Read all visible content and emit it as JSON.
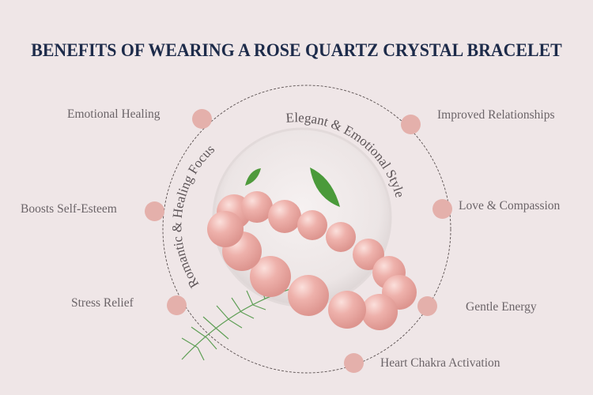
{
  "title": "BENEFITS OF WEARING A ROSE QUARTZ CRYSTAL BRACELET",
  "arc_labels": {
    "left": "Romantic & Healing Focus",
    "right": "Elegant & Emotional Style"
  },
  "benefits": {
    "emotional_healing": "Emotional Healing",
    "boosts_self_esteem": "Boosts Self-Esteem",
    "stress_relief": "Stress Relief",
    "improved_relationships": "Improved Relationships",
    "love_compassion": "Love & Compassion",
    "gentle_energy": "Gentle Energy",
    "heart_chakra": "Heart Chakra Activation"
  },
  "colors": {
    "background": "#efe6e7",
    "title": "#1d2b4a",
    "label": "#6b6468",
    "dot": "#e4b0ab",
    "bead": "#eaa8a4",
    "leaf": "#4a9a3a"
  }
}
